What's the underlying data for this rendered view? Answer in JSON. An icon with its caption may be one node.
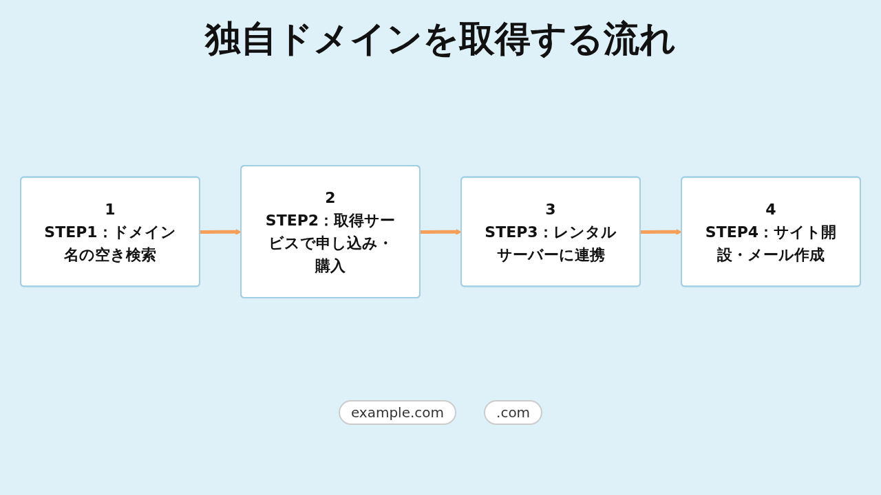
{
  "diagram": {
    "title": "独自ドメインを取得する流れ",
    "nodes": [
      {
        "text": [
          "1",
          "STEP1：ドメイン名の空き検索"
        ]
      },
      {
        "text": [
          "2",
          "STEP2：取得サービスで申し込み・購入"
        ]
      },
      {
        "text": [
          "3",
          "STEP3：レンタルサーバーに連携"
        ]
      },
      {
        "text": [
          "4",
          "STEP4：サイト開設・メール作成"
        ]
      }
    ],
    "edges": [
      {
        "from": 0,
        "to": 1,
        "arrow": "to"
      },
      {
        "from": 1,
        "to": 2,
        "arrow": "to"
      },
      {
        "from": 2,
        "to": 3,
        "arrow": "to"
      }
    ],
    "labels": [
      "example.com",
      ".com"
    ]
  }
}
